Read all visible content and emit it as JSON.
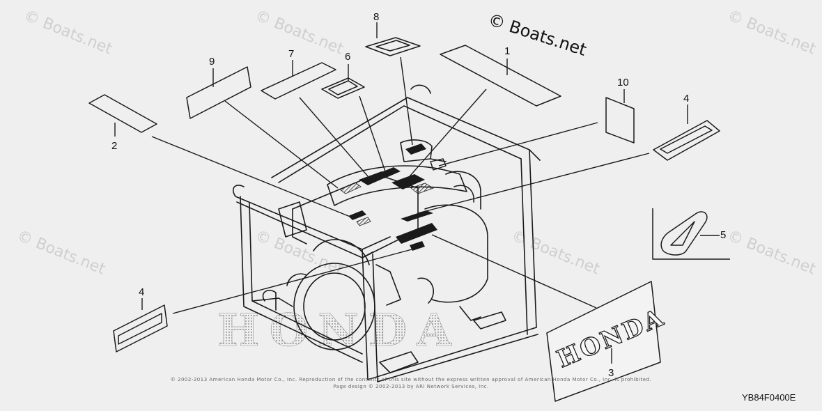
{
  "watermark": "© Boats.net",
  "brand_mark": "© Boats.net",
  "diagram_code": "YB84F0400E",
  "copyright": {
    "line1": "© 2002-2013 American Honda Motor Co., Inc. Reproduction of the contents of this site without the express written approval of American Honda Motor Co., Inc. is prohibited.",
    "line2": "Page design © 2002-2013 by ARI Network Services, Inc."
  },
  "callouts": {
    "c1": "1",
    "c2": "2",
    "c3": "3",
    "c4a": "4",
    "c4b": "4",
    "c5": "5",
    "c6": "6",
    "c7": "7",
    "c8": "8",
    "c9": "9",
    "c10": "10"
  },
  "honda_decal_text": "HONDA"
}
